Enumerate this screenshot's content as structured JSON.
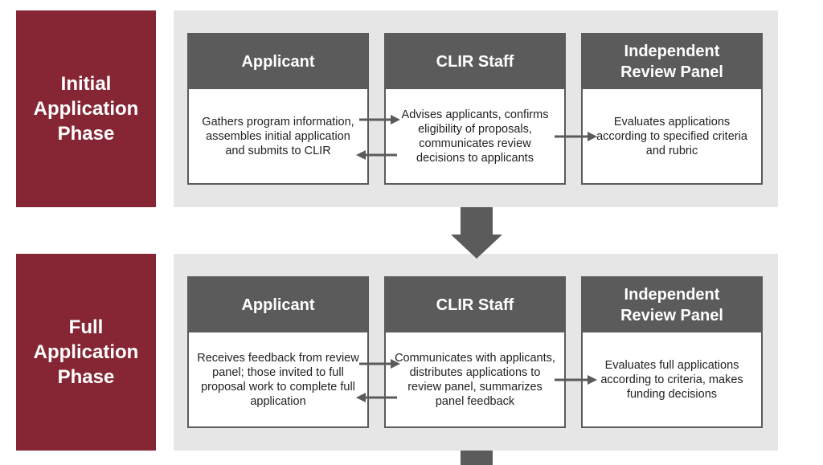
{
  "phases": [
    {
      "label_lines": [
        "Initial",
        "Application",
        "Phase"
      ],
      "roles": [
        {
          "header_lines": [
            "Applicant"
          ],
          "body": "Gathers program information, assembles initial application and submits to CLIR"
        },
        {
          "header_lines": [
            "CLIR Staff"
          ],
          "body": "Advises applicants, confirms eligibility of proposals, communicates review decisions to applicants"
        },
        {
          "header_lines": [
            "Independent",
            "Review Panel"
          ],
          "body": "Evaluates applications according to specified criteria and rubric"
        }
      ]
    },
    {
      "label_lines": [
        "Full",
        "Application",
        "Phase"
      ],
      "roles": [
        {
          "header_lines": [
            "Applicant"
          ],
          "body": "Receives feedback from review panel; those invited to full proposal work to complete full application"
        },
        {
          "header_lines": [
            "CLIR Staff"
          ],
          "body": "Communicates with applicants, distributes applications to review panel, summarizes panel feedback"
        },
        {
          "header_lines": [
            "Independent",
            "Review Panel"
          ],
          "body": "Evaluates full applications according to criteria, makes funding decisions"
        }
      ]
    }
  ],
  "colors": {
    "phase_label_bg": "#862634",
    "panel_bg": "#e6e6e6",
    "header_bg": "#5b5b5b",
    "arrow": "#5b5b5b"
  }
}
